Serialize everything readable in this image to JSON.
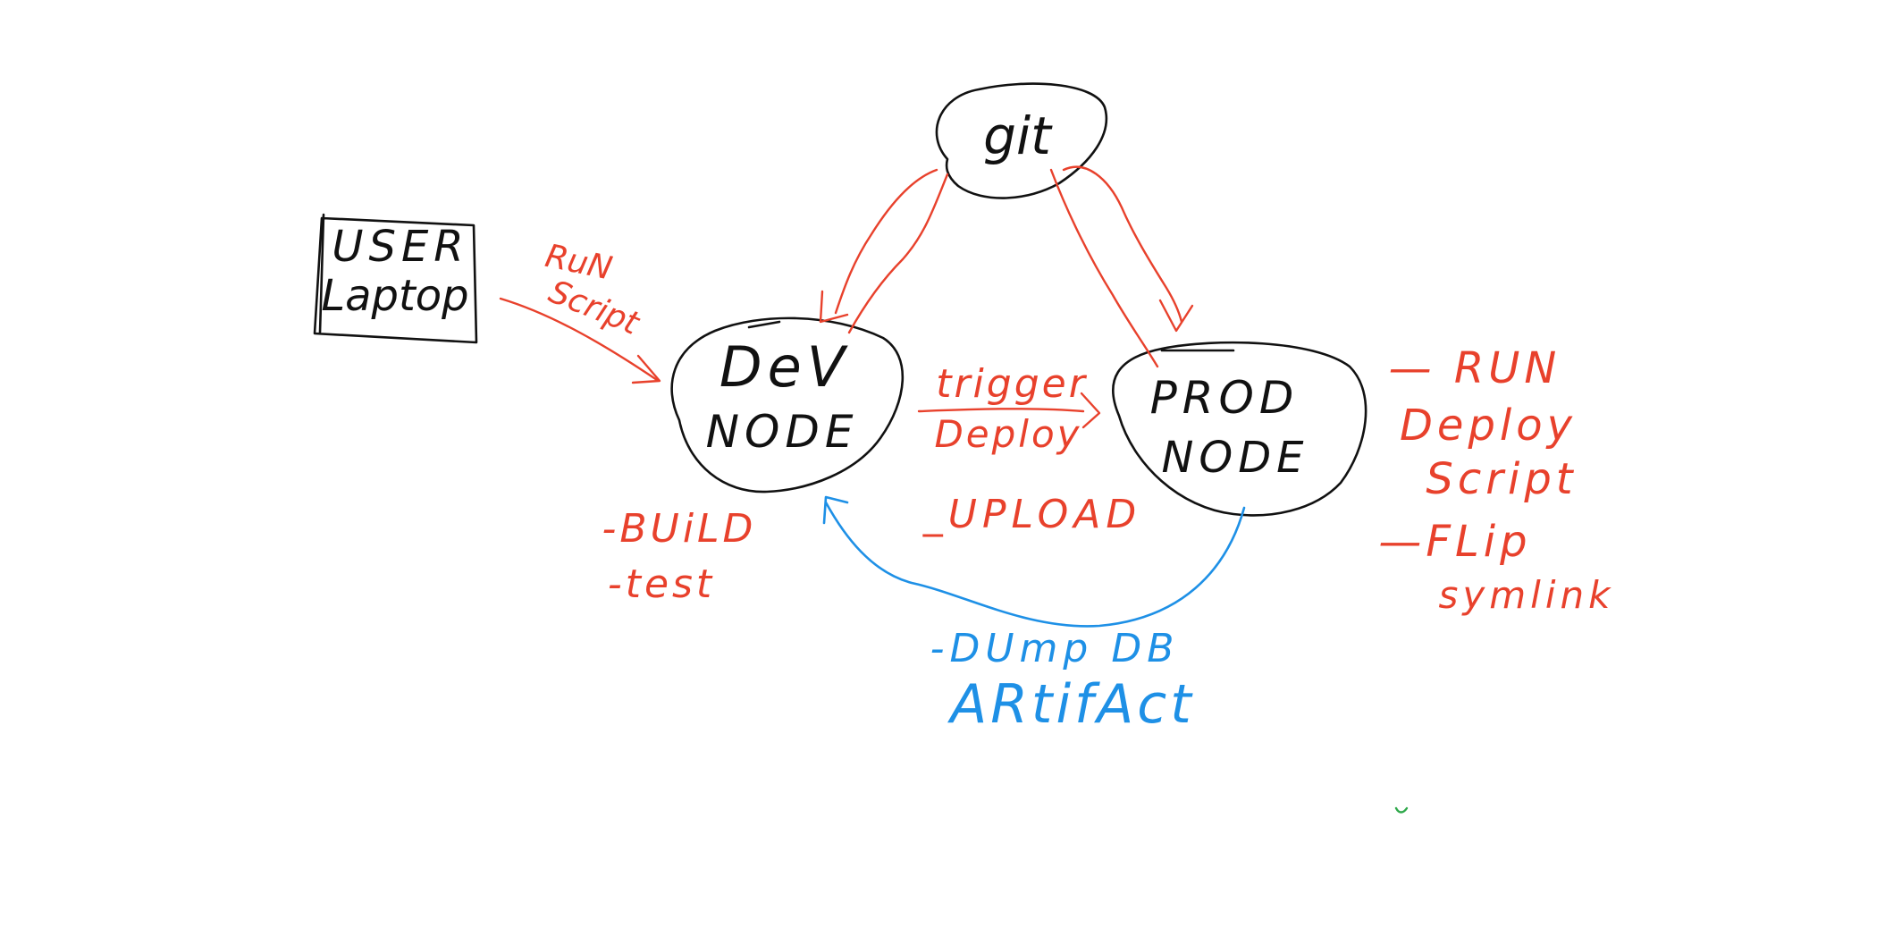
{
  "nodes": {
    "git": {
      "label": "git"
    },
    "user_laptop": {
      "line1": "USER",
      "line2": "Laptop"
    },
    "dev_node": {
      "line1": "DeV",
      "line2": "NODE"
    },
    "prod_node": {
      "line1": "PROD",
      "line2": "NODE"
    }
  },
  "edges": {
    "run_script": {
      "line1": "RuN",
      "line2": "Script"
    },
    "trigger_deploy": {
      "line1": "trigger",
      "line2": "Deploy"
    },
    "upload": {
      "label": "_UPLOAD"
    },
    "dump_db": {
      "line1": "-DUmp DB",
      "line2": "ARtifAct"
    }
  },
  "notes": {
    "dev_tasks": [
      "-BUiLD",
      "-test"
    ],
    "prod_tasks": [
      "— RUN",
      "Deploy",
      "Script",
      "—FLip",
      "symlink"
    ]
  },
  "colors": {
    "black_ink": "#111111",
    "red_ink": "#e8412c",
    "blue_ink": "#1e90e6",
    "green_ink": "#2ea84a"
  }
}
